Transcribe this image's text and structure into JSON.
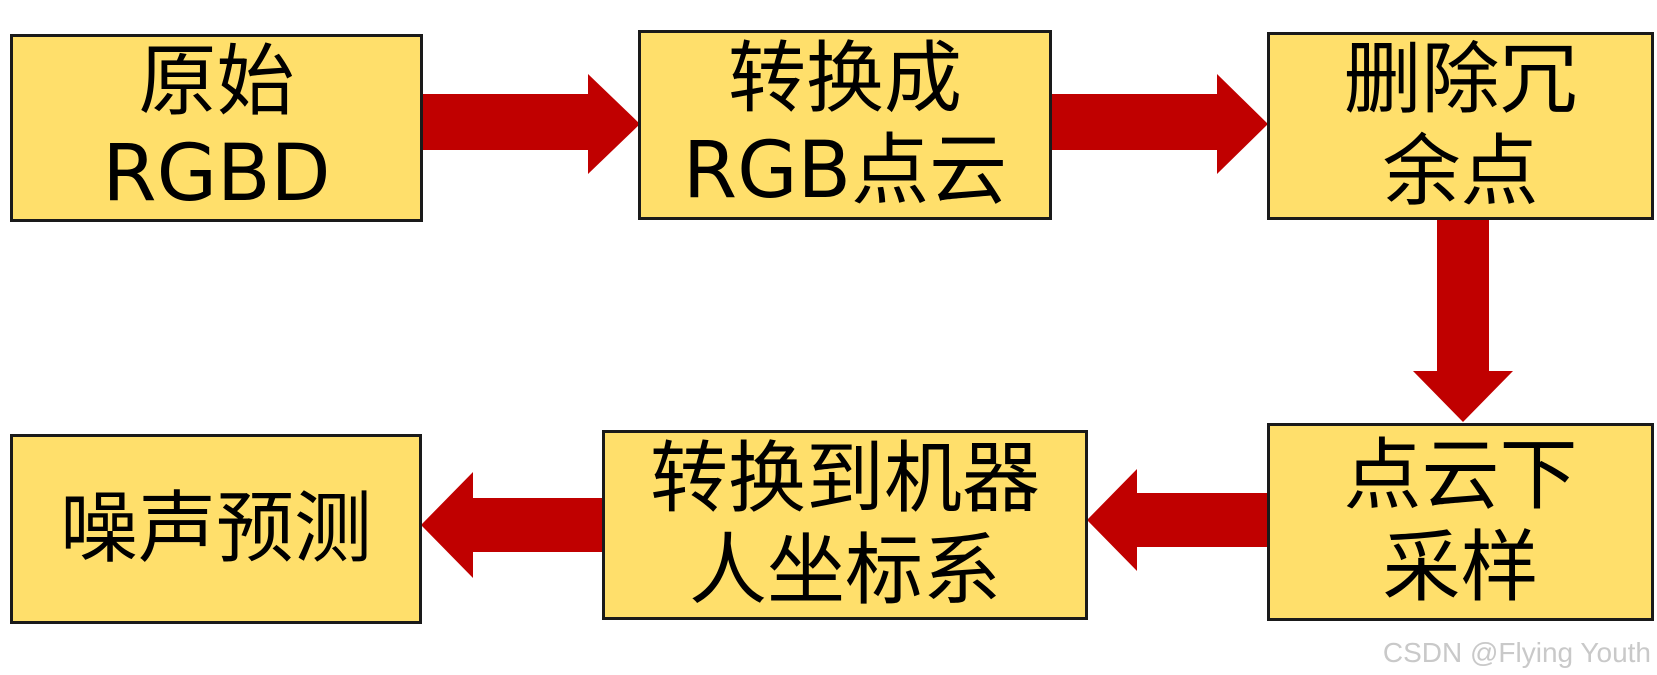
{
  "colors": {
    "box_fill": "#ffdf6b",
    "box_border": "#1a1a1a",
    "arrow": "#c00000",
    "watermark": "#c9c9c9"
  },
  "nodes": {
    "raw_rgbd": {
      "line1": "原始",
      "line2": "RGBD"
    },
    "to_pointcloud": {
      "line1": "转换成",
      "line2": "RGB点云"
    },
    "remove_redundant": {
      "line1": "删除冗",
      "line2": "余点"
    },
    "downsample": {
      "line1": "点云下",
      "line2": "采样"
    },
    "to_robot_frame": {
      "line1": "转换到机器",
      "line2": "人坐标系"
    },
    "noise_prediction": {
      "line1": "噪声预测"
    }
  },
  "edges": [
    {
      "from": "raw_rgbd",
      "to": "to_pointcloud"
    },
    {
      "from": "to_pointcloud",
      "to": "remove_redundant"
    },
    {
      "from": "remove_redundant",
      "to": "downsample"
    },
    {
      "from": "downsample",
      "to": "to_robot_frame"
    },
    {
      "from": "to_robot_frame",
      "to": "noise_prediction"
    }
  ],
  "watermark": "CSDN @Flying Youth"
}
